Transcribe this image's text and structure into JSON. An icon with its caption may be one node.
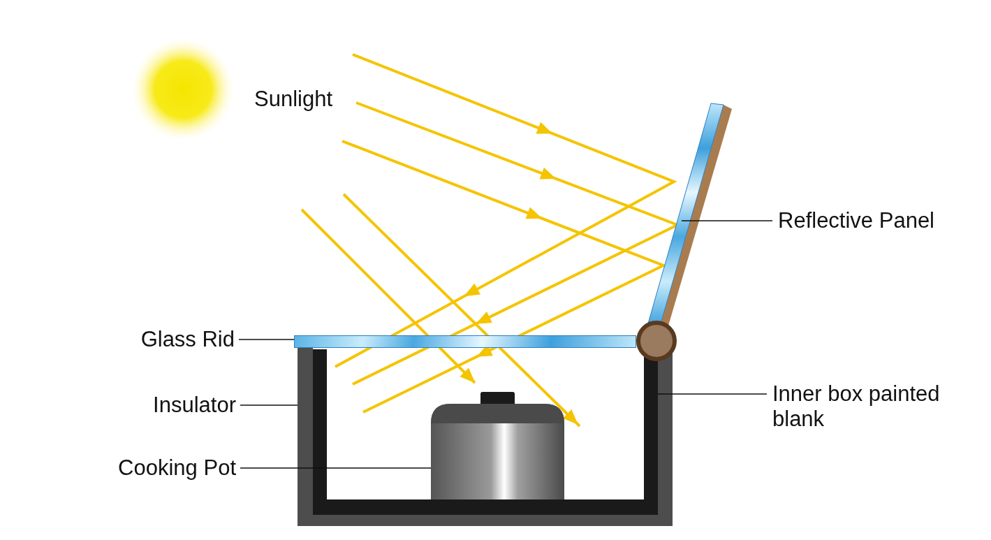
{
  "diagram": {
    "nodes": [
      {
        "text": [
          "Glass Rid"
        ]
      },
      {
        "text": [],
        "shape": "bar"
      },
      {
        "text": [
          "Insulator"
        ]
      },
      {
        "text": [],
        "shape": "box"
      },
      {
        "text": [
          "Cooking Pot"
        ]
      },
      {
        "text": [],
        "shape": "cylinder",
        "in": 9
      },
      {
        "text": [
          "Reflective Panel"
        ]
      },
      {
        "text": [],
        "shape": "bar"
      },
      {
        "text": [
          "Inner box painted blank"
        ]
      },
      {
        "text": [],
        "shape": "box",
        "in": 3
      }
    ],
    "edges": [
      {
        "from": 0,
        "to": 1,
        "arrow": "none"
      },
      {
        "from": 2,
        "to": 3,
        "arrow": "none"
      },
      {
        "from": 4,
        "to": 5,
        "arrow": "none"
      },
      {
        "from": 6,
        "to": 7,
        "arrow": "none"
      },
      {
        "from": 8,
        "to": 9,
        "arrow": "none"
      }
    ],
    "labels": [
      "Sunlight"
    ]
  }
}
